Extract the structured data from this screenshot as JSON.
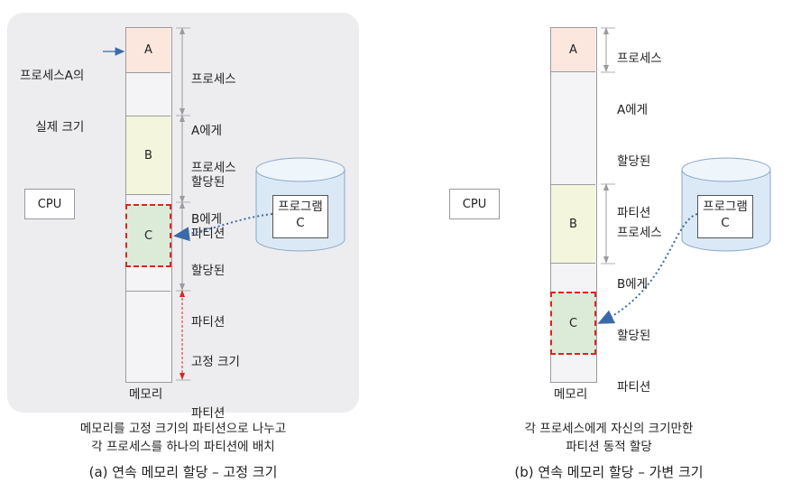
{
  "panel_a": {
    "cpu_label": "CPU",
    "actual_size_label": [
      "프로세스A의",
      "실제 크기"
    ],
    "blocks": {
      "a": "A",
      "b": "B",
      "c": "C"
    },
    "alloc_a": [
      "프로세스",
      "A에게",
      "할당된",
      "파티션"
    ],
    "alloc_b": [
      "프로세스",
      "B에게",
      "할당된",
      "파티션"
    ],
    "fixed": [
      "고정 크기",
      "파티션"
    ],
    "disk_label": [
      "프로그램",
      "C"
    ],
    "memory_label": "메모리",
    "caption": [
      "메모리를 고정 크기의 파티션으로 나누고",
      "각 프로세스를 하나의 파티션에 배치"
    ],
    "subtitle": "(a) 연속 메모리 할당 – 고정 크기"
  },
  "panel_b": {
    "cpu_label": "CPU",
    "blocks": {
      "a": "A",
      "b": "B",
      "c": "C"
    },
    "alloc_a": [
      "프로세스",
      "A에게",
      "할당된",
      "파티션"
    ],
    "alloc_b": [
      "프로세스",
      "B에게",
      "할당된",
      "파티션"
    ],
    "disk_label": [
      "프로그램",
      "C"
    ],
    "memory_label": "메모리",
    "caption": [
      "각 프로세스에게 자신의 크기만한",
      "파티션 동적 할당"
    ],
    "subtitle": "(b) 연속 메모리 할당 – 가변 크기"
  },
  "colors": {
    "panel_bg": "#ededf0",
    "block_a": "#fbe7dd",
    "block_b": "#f3f6dc",
    "block_c": "#dcebd8",
    "disk_fill": "#dbe9f6",
    "arrow_blue": "#3b6aa8",
    "dashed_red": "#e0231e"
  }
}
